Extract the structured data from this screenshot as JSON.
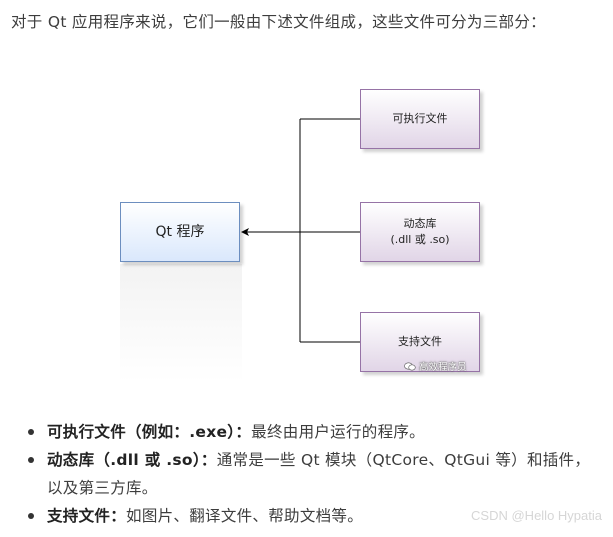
{
  "intro": "对于 Qt 应用程序来说，它们一般由下述文件组成，这些文件可分为三部分：",
  "diagram": {
    "main_box": "Qt 程序",
    "exe_box": "可执行文件",
    "dll_box_line1": "动态库",
    "dll_box_line2": "(.dll 或 .so)",
    "support_box": "支持文件",
    "watermark": "高效程序员"
  },
  "bullets": [
    {
      "term": "可执行文件（例如：.exe）：",
      "desc": "最终由用户运行的程序。"
    },
    {
      "term": "动态库（.dll 或 .so）：",
      "desc": "通常是一些 Qt 模块（QtCore、QtGui 等）和插件，以及第三方库。"
    },
    {
      "term": "支持文件：",
      "desc": "如图片、翻译文件、帮助文档等。"
    }
  ],
  "footer": "CSDN @Hello Hypatia",
  "colors": {
    "main_border": "#6c8ebf",
    "main_fill": "#dae8fc",
    "side_border": "#9673a6",
    "side_fill": "#e1d5e7",
    "connector": "#000000"
  }
}
